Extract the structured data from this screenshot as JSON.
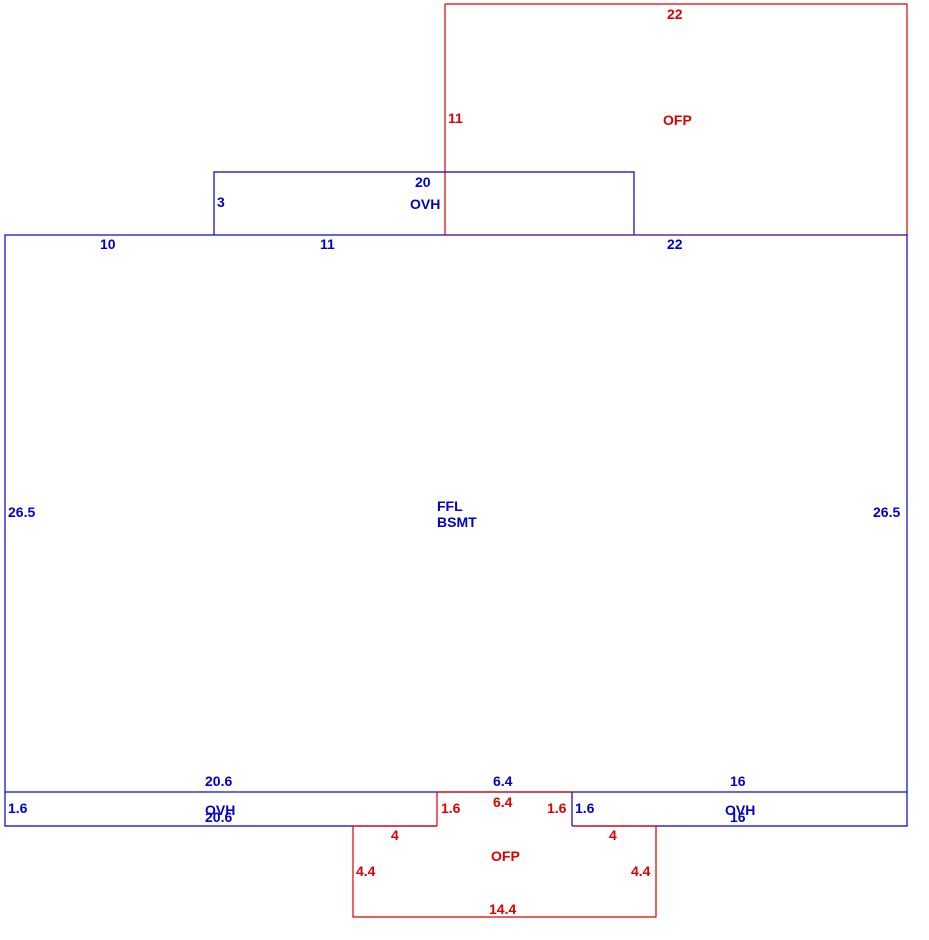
{
  "colors": {
    "blue": "#0000cc",
    "red": "#dd0000"
  },
  "areas": {
    "main": {
      "label_1": "FFL",
      "label_2": "BSMT"
    },
    "top_porch": {
      "label": "OFP"
    },
    "top_overhang": {
      "label": "OVH"
    },
    "bottom_porch": {
      "label": "OFP"
    },
    "bottom_left_overhang": {
      "label": "OVH"
    },
    "bottom_right_overhang": {
      "label": "OVH"
    }
  },
  "dimensions": {
    "top_porch_top": "22",
    "top_porch_left": "11",
    "top_overhang_top": "20",
    "top_overhang_left": "3",
    "main_top_left": "10",
    "main_top_mid": "11",
    "main_top_right": "22",
    "main_left": "26.5",
    "main_right": "26.5",
    "main_bottom_left": "20.6",
    "main_bottom_mid": "6.4",
    "main_bottom_right": "16",
    "left_ovh_side": "1.6",
    "left_ovh_bottom": "20.6",
    "right_ovh_side": "1.6",
    "right_ovh_bottom": "16",
    "porch_step_top": "6.4",
    "porch_step_left": "1.6",
    "porch_step_right": "1.6",
    "porch_left_top": "4",
    "porch_right_top": "4",
    "porch_left": "4.4",
    "porch_right": "4.4",
    "porch_bottom": "14.4"
  }
}
